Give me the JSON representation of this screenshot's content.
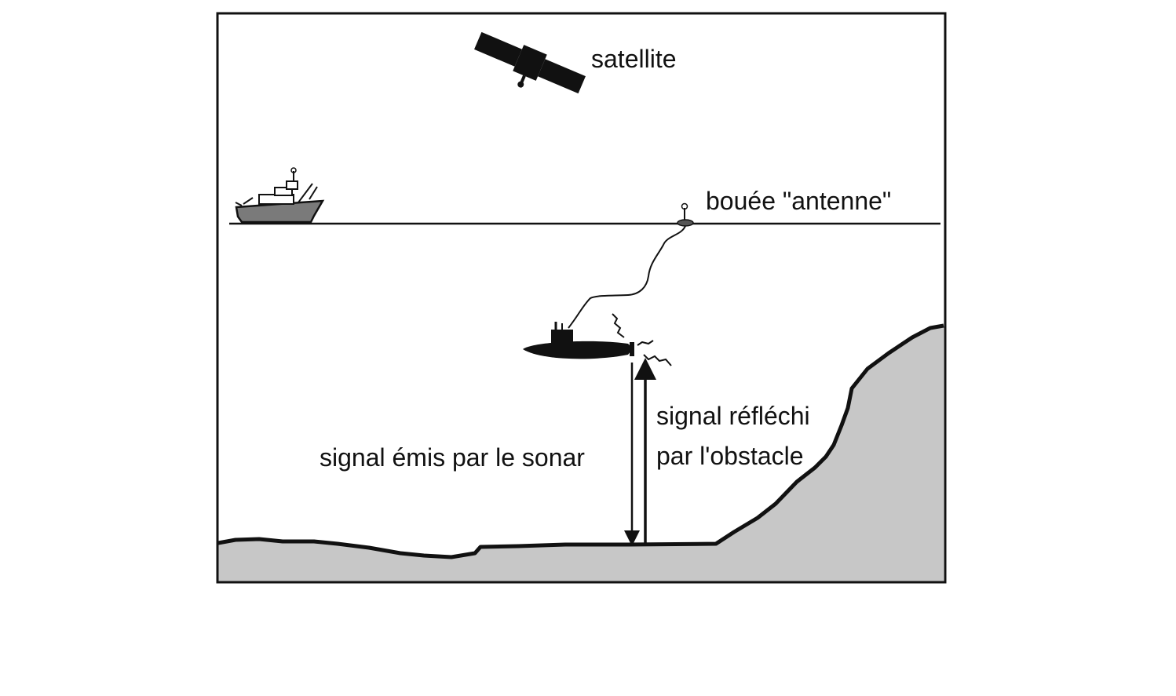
{
  "labels": {
    "satellite": "satellite",
    "buoy": "bouée \"antenne\"",
    "emitted_signal": "signal émis par le sonar",
    "reflected_signal_line1": "signal réfléchi",
    "reflected_signal_line2": "par l'obstacle"
  },
  "colors": {
    "frame": "#111111",
    "seabed_fill": "#c7c7c7",
    "ship_hull": "#7a7a7a",
    "ink": "#111111",
    "background": "#ffffff"
  },
  "icons": {
    "satellite": "satellite-icon",
    "ship": "ship-icon",
    "buoy": "buoy-icon",
    "submarine": "submarine-icon",
    "sonar": "sonar-wave-icon"
  }
}
